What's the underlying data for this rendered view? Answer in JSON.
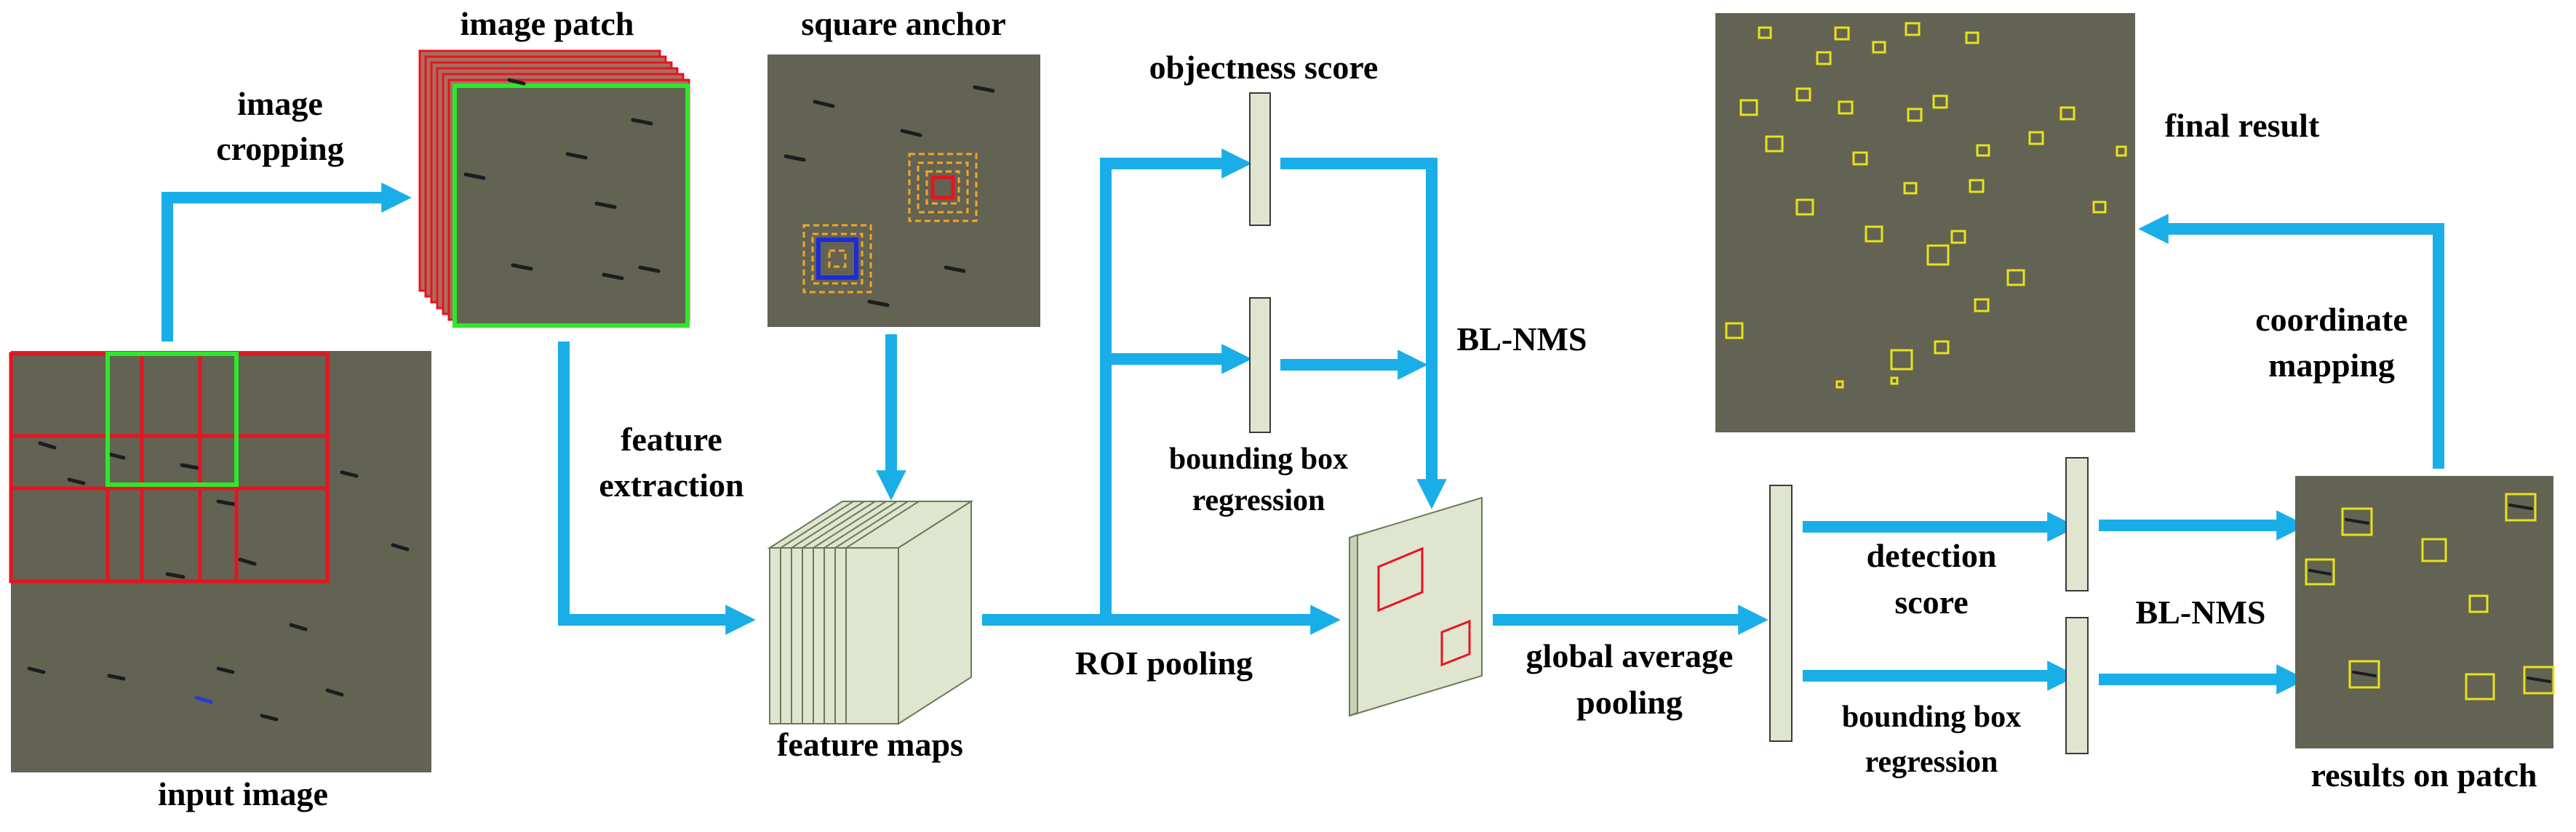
{
  "labels": {
    "image_patch": "image patch",
    "square_anchor": "square anchor",
    "objectness_score": "objectness score",
    "image_cropping_1": "image",
    "image_cropping_2": "cropping",
    "feature_extraction_1": "feature",
    "feature_extraction_2": "extraction",
    "input_image": "input image",
    "feature_maps": "feature maps",
    "roi_pooling": "ROI pooling",
    "bl_nms_1": "BL-NMS",
    "bbox_regression_1a": "bounding box",
    "bbox_regression_1b": "regression",
    "global_avg_pooling_1": "global average",
    "global_avg_pooling_2": "pooling",
    "detection_score_1": "detection",
    "detection_score_2": "score",
    "bbox_regression_2a": "bounding box",
    "bbox_regression_2b": "regression",
    "bl_nms_2": "BL-NMS",
    "results_on_patch": "results on patch",
    "coordinate_mapping_1": "coordinate",
    "coordinate_mapping_2": "mapping",
    "final_result": "final result"
  },
  "colors": {
    "arrow": "#1aaee8",
    "grid_red": "#e8131f",
    "patch_green": "#2ee82a",
    "anchor_orange": "#f5a524",
    "anchor_blue": "#1f2bd8",
    "feature_green": "#dfe5cf",
    "detection_yellow": "#e8e21a",
    "photo_bg": "#626353"
  },
  "icons": {
    "airplane_marks": "airplane-icon"
  }
}
